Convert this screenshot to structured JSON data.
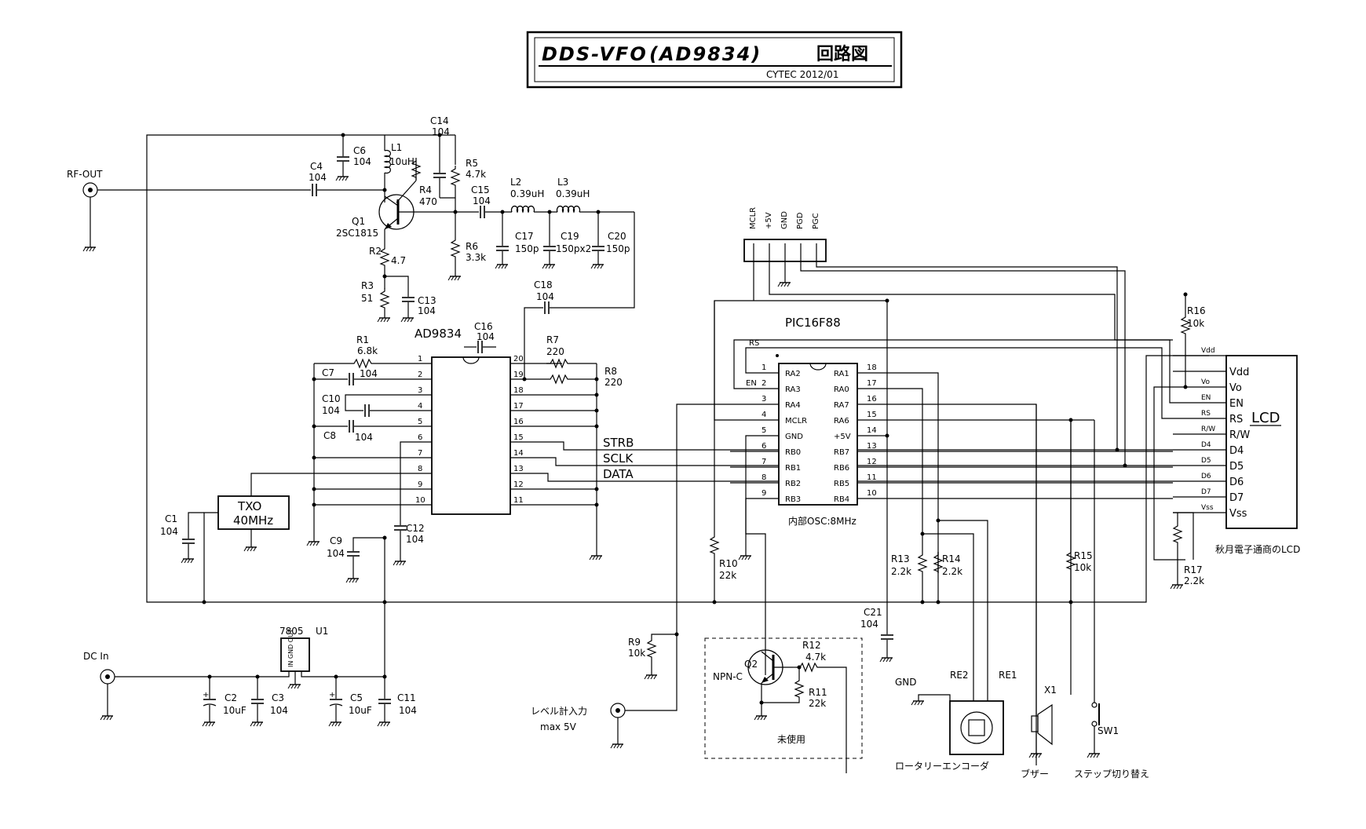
{
  "title": {
    "main": "DDS-VFO",
    "chip": "(AD9834)",
    "suffix": "回路図",
    "credit": "CYTEC 2012/01"
  },
  "labels": {
    "rf_out": "RF-OUT",
    "dc_in": "DC  In",
    "level_in": "レベル計入力",
    "level_max": "max  5V",
    "unused": "未使用",
    "encoder": "ロータリーエンコーダ",
    "buzzer": "ブザー",
    "step_sw": "ステップ切り替え",
    "lcd_note": "秋月電子通商のLCD",
    "osc_note": "内部OSC:8MHz",
    "gnd": "GND",
    "re1": "RE1",
    "re2": "RE2",
    "x1": "X1",
    "sw1": "SW1",
    "strb": "STRB",
    "sclk": "SCLK",
    "data": "DATA",
    "rs": "RS",
    "en": "EN"
  },
  "ics": {
    "ad9834": {
      "name": "AD9834",
      "left_pins": [
        "1",
        "2",
        "3",
        "4",
        "5",
        "6",
        "7",
        "8",
        "9",
        "10"
      ],
      "right_pins": [
        "20",
        "19",
        "18",
        "17",
        "16",
        "15",
        "14",
        "13",
        "12",
        "11"
      ]
    },
    "pic": {
      "name": "PIC16F88",
      "left_pins": [
        "1",
        "2",
        "3",
        "4",
        "5",
        "6",
        "7",
        "8",
        "9"
      ],
      "left_names": [
        "RA2",
        "RA3",
        "RA4",
        "MCLR",
        "GND",
        "RB0",
        "RB1",
        "RB2",
        "RB3"
      ],
      "right_pins": [
        "18",
        "17",
        "16",
        "15",
        "14",
        "13",
        "12",
        "11",
        "10"
      ],
      "right_names": [
        "RA1",
        "RA0",
        "RA7",
        "RA6",
        "+5V",
        "RB7",
        "RB6",
        "RB5",
        "RB4"
      ]
    },
    "lcd": {
      "name": "LCD",
      "pins": [
        "Vdd",
        "Vo",
        "EN",
        "RS",
        "R/W",
        "D4",
        "D5",
        "D6",
        "D7",
        "Vss"
      ],
      "wire_labels": [
        "Vdd",
        "Vo",
        "EN",
        "RS",
        "R/W",
        "D4",
        "D5",
        "D6",
        "D7",
        "Vss"
      ]
    },
    "icsp": {
      "pins": [
        "MCLR",
        "+5V",
        "GND",
        "PGD",
        "PGC"
      ]
    },
    "txo": {
      "name": "TXO",
      "freq": "40MHz"
    },
    "reg": {
      "name": "7805",
      "ref": "U1",
      "pins": "IN GND OUT"
    }
  },
  "components": {
    "C6": [
      "C6",
      "104"
    ],
    "C4": [
      "C4",
      "104"
    ],
    "L1": [
      "L1",
      "10uH"
    ],
    "C14": [
      "C14",
      "104"
    ],
    "R5": [
      "R5",
      "4.7k"
    ],
    "R4": [
      "R4",
      "470"
    ],
    "Q1": [
      "Q1",
      "2SC1815"
    ],
    "C15": [
      "C15",
      "104"
    ],
    "L2": [
      "L2",
      "0.39uH"
    ],
    "L3": [
      "L3",
      "0.39uH"
    ],
    "R6": [
      "R6",
      "3.3k"
    ],
    "C17": [
      "C17",
      "150p"
    ],
    "C19": [
      "C19",
      "150px2"
    ],
    "C20": [
      "C20",
      "150p"
    ],
    "R2": [
      "R2",
      "4.7"
    ],
    "R3": [
      "R3",
      "51"
    ],
    "C13": [
      "C13",
      "104"
    ],
    "C18": [
      "C18",
      "104"
    ],
    "C16": [
      "C16",
      "104"
    ],
    "R1": [
      "R1",
      "6.8k",
      "104"
    ],
    "C7": [
      "C7"
    ],
    "C10": [
      "C10",
      "104"
    ],
    "C8": [
      "C8",
      "104"
    ],
    "R7": [
      "R7",
      "220"
    ],
    "R8": [
      "R8",
      "220"
    ],
    "C1": [
      "C1",
      "104"
    ],
    "C9": [
      "C9",
      "104"
    ],
    "C12": [
      "C12",
      "104"
    ],
    "R10": [
      "R10",
      "22k"
    ],
    "R9": [
      "R9",
      "10k"
    ],
    "R12": [
      "R12",
      "4.7k"
    ],
    "Q2": [
      "Q2",
      "NPN-C"
    ],
    "R11": [
      "R11",
      "22k"
    ],
    "R13": [
      "R13",
      "2.2k"
    ],
    "R14": [
      "R14",
      "2.2k"
    ],
    "R15": [
      "R15",
      "10k"
    ],
    "R16": [
      "R16",
      "10k"
    ],
    "R17": [
      "R17",
      "2.2k"
    ],
    "C21": [
      "C21",
      "104"
    ],
    "C2": [
      "C2",
      "10uF"
    ],
    "C3": [
      "C3",
      "104"
    ],
    "C5": [
      "C5",
      "10uF"
    ],
    "C11": [
      "C11",
      "104"
    ]
  }
}
